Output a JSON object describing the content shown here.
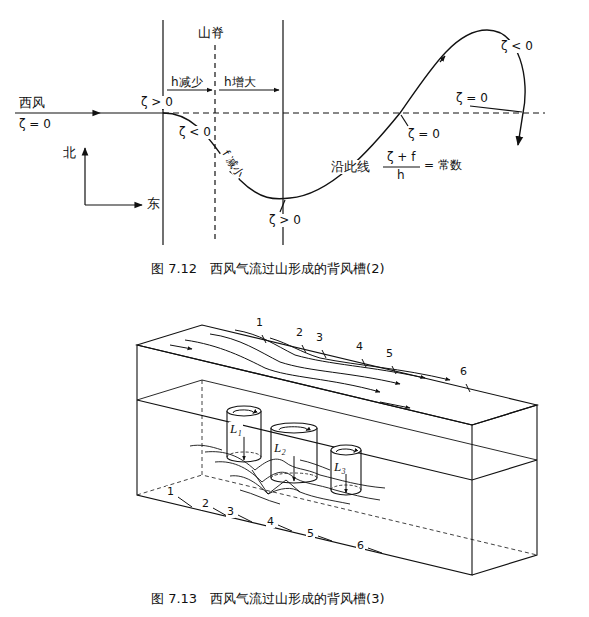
{
  "diagram": {
    "nodes": [
      {
        "text": [
          "L₁"
        ]
      },
      {
        "text": [
          "L₂"
        ]
      },
      {
        "text": [
          "L₃"
        ]
      }
    ],
    "labels": [
      "山脊",
      "ζ > 0",
      "h减少",
      "h增大",
      "西风",
      "ζ = 0",
      "北",
      "东",
      "ζ < 0",
      "f 减小",
      "ζ > 0",
      "沿此线",
      "ζ + f",
      "h",
      "= 常数",
      "ζ = 0",
      "ζ < 0",
      "ζ = 0",
      "图 7.12　西风气流过山形成的背风槽(2)",
      "1",
      "2",
      "3",
      "4",
      "5",
      "6",
      "1",
      "2",
      "3",
      "4",
      "5",
      "6",
      "图 7.13　西风气流过山形成的背风槽(3)"
    ]
  }
}
